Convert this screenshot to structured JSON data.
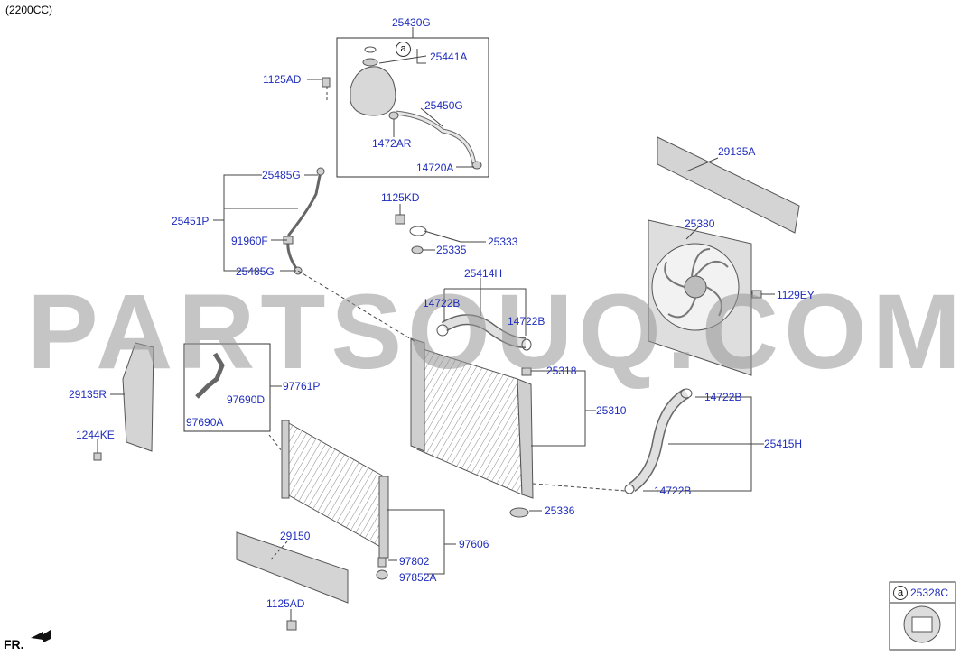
{
  "engine_label": "(2200CC)",
  "watermark": "PARTSOUQ.COM",
  "front_label": "FR.",
  "legend": {
    "marker": "a",
    "part": "25328C"
  },
  "callouts": [
    {
      "code": "25430G"
    },
    {
      "code": "25441A"
    },
    {
      "code": "1125AD"
    },
    {
      "code": "25450G"
    },
    {
      "code": "1472AR"
    },
    {
      "code": "14720A"
    },
    {
      "code": "25485G"
    },
    {
      "code": "25451P"
    },
    {
      "code": "91960F"
    },
    {
      "code": "25485G"
    },
    {
      "code": "1125KD"
    },
    {
      "code": "25333"
    },
    {
      "code": "25335"
    },
    {
      "code": "25414H"
    },
    {
      "code": "14722B"
    },
    {
      "code": "14722B"
    },
    {
      "code": "29135A"
    },
    {
      "code": "25380"
    },
    {
      "code": "1129EY"
    },
    {
      "code": "97761P"
    },
    {
      "code": "97690D"
    },
    {
      "code": "97690A"
    },
    {
      "code": "29135R"
    },
    {
      "code": "1244KE"
    },
    {
      "code": "25318"
    },
    {
      "code": "25310"
    },
    {
      "code": "14722B"
    },
    {
      "code": "25415H"
    },
    {
      "code": "14722B"
    },
    {
      "code": "25336"
    },
    {
      "code": "29150"
    },
    {
      "code": "97606"
    },
    {
      "code": "97802"
    },
    {
      "code": "97852A"
    },
    {
      "code": "1125AD"
    }
  ],
  "marker_a": "a"
}
